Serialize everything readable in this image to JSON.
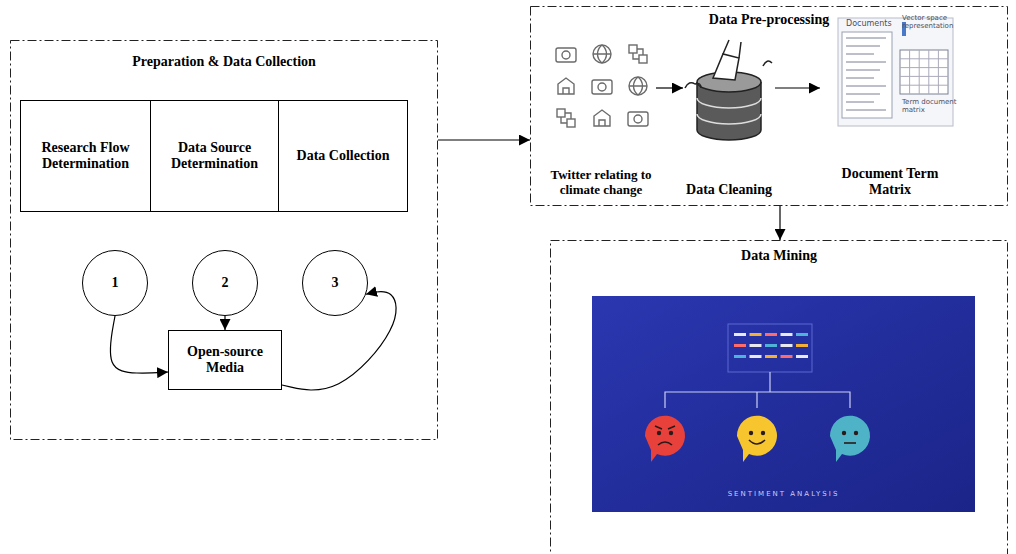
{
  "diagram": {
    "nodes": [
      {
        "text": [
          "Preparation & Data Collection"
        ]
      },
      {
        "text": [
          "Research Flow Determination"
        ],
        "in": 0
      },
      {
        "text": [
          "Data Source Determination"
        ],
        "in": 0
      },
      {
        "text": [
          "Data Collection"
        ],
        "in": 0
      },
      {
        "text": [
          "1"
        ],
        "in": 0
      },
      {
        "text": [
          "2"
        ],
        "in": 0
      },
      {
        "text": [
          "3"
        ],
        "in": 0
      },
      {
        "text": [
          "Open-source Media"
        ],
        "in": 0
      },
      {
        "text": [
          "Data Pre-processing"
        ]
      },
      {
        "text": [
          "Twitter relating to climate change"
        ],
        "in": 8
      },
      {
        "text": [
          "Data Cleaning"
        ],
        "in": 8
      },
      {
        "text": [
          "Document Term Matrix"
        ],
        "in": 8
      },
      {
        "text": [
          "Data Mining"
        ]
      },
      {
        "text": [
          "SENTIMENT ANALYSIS"
        ],
        "in": 12
      }
    ],
    "edges": [
      {
        "from": 4,
        "to": 7,
        "arrow": "to"
      },
      {
        "from": 5,
        "to": 7,
        "arrow": "to"
      },
      {
        "from": 7,
        "to": 6,
        "arrow": "to"
      },
      {
        "from": 0,
        "to": 8,
        "arrow": "to"
      },
      {
        "from": 9,
        "to": 10,
        "arrow": "to"
      },
      {
        "from": 10,
        "to": 11,
        "arrow": "to"
      },
      {
        "from": 8,
        "to": 12,
        "arrow": "to"
      }
    ],
    "labels": [
      "Documents",
      "Vector space representation",
      "Term document matrix"
    ]
  }
}
